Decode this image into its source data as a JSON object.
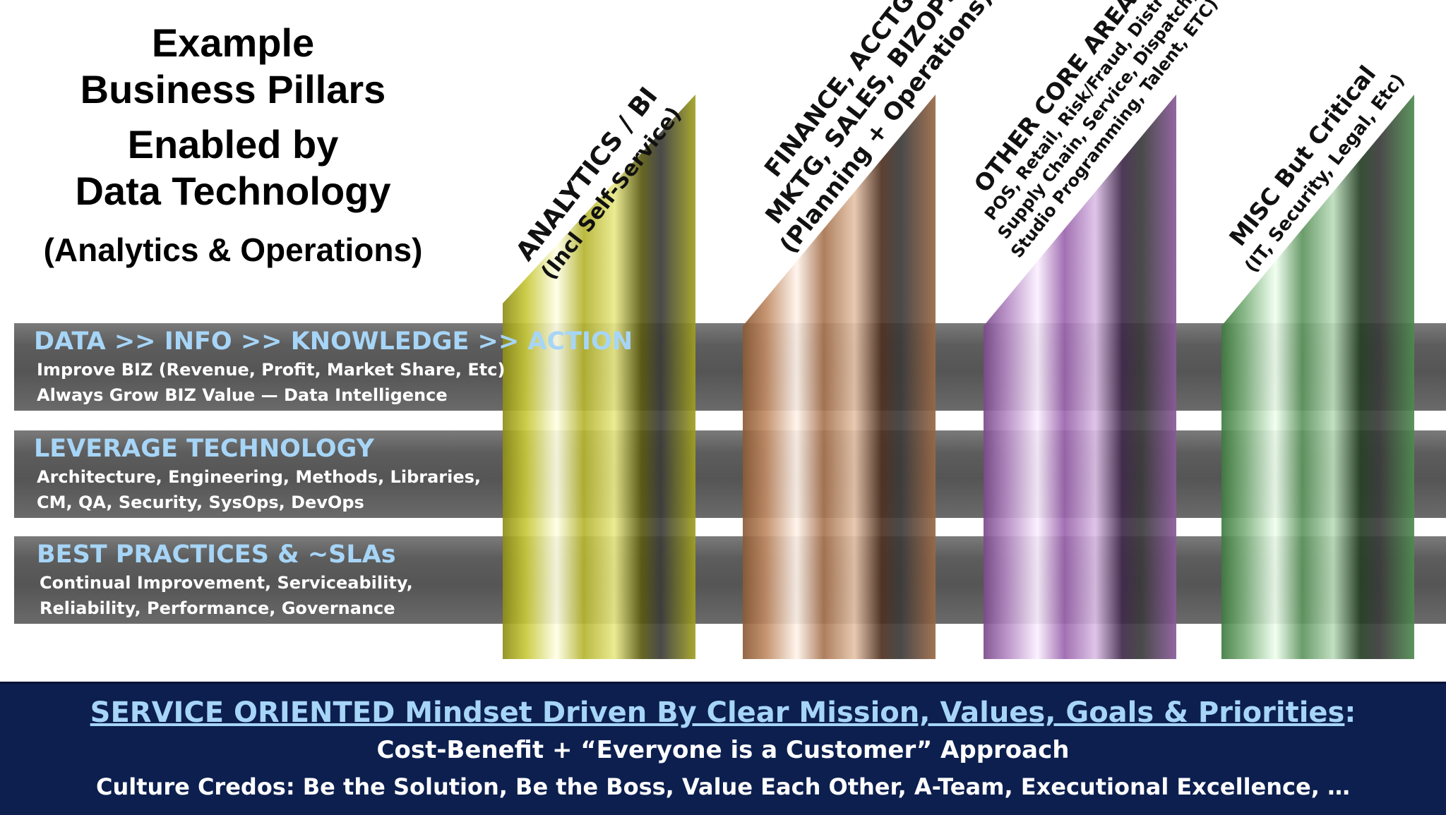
{
  "title": {
    "line1": "Example",
    "line2": "Business Pillars",
    "line3": "Enabled by",
    "line4": "Data Technology",
    "line5": "(Analytics & Operations)"
  },
  "bands": [
    {
      "heading": "DATA >> INFO >> KNOWLEDGE >> ACTION",
      "lines": [
        "Improve BIZ (Revenue, Profit, Market Share, Etc)",
        "Always Grow BIZ Value — Data Intelligence"
      ]
    },
    {
      "heading": "LEVERAGE TECHNOLOGY",
      "lines": [
        "Architecture, Engineering, Methods, Libraries,",
        "CM, QA, Security, SysOps, DevOps"
      ]
    },
    {
      "heading": "BEST PRACTICES & ~SLAs",
      "lines": [
        "Continual Improvement, Serviceability,",
        "Reliability, Performance, Governance"
      ]
    }
  ],
  "pillars": [
    {
      "color": "#a8a81c",
      "label_lines": [
        "ANALYTICS / BI",
        "(Incl Self-Service)"
      ]
    },
    {
      "color": "#9b6a45",
      "label_lines": [
        "FINANCE, ACCTG",
        "MKTG, SALES, BIZOPS",
        "(Planning + Operations)"
      ]
    },
    {
      "color": "#8a5a9a",
      "label_lines": [
        "OTHER CORE AREAS",
        "POS, Retail, Risk/Fraud, Distro,",
        "Supply Chain, Service, Dispatch,",
        "Studio Programming, Talent, ETC)"
      ]
    },
    {
      "color": "#4f8a4f",
      "label_lines": [
        "MISC But Critical",
        "(IT, Security, Legal, Etc)"
      ]
    }
  ],
  "footer": {
    "line1_underlined": "SERVICE ORIENTED Mindset Driven By Clear Mission, Values, Goals & Priorities",
    "line1_suffix": ":",
    "line2": "Cost-Benefit + “Everyone is a Customer” Approach",
    "line3": "Culture Credos: Be the Solution, Be the Boss, Value Each Other, A-Team, Executional Excellence, …"
  }
}
